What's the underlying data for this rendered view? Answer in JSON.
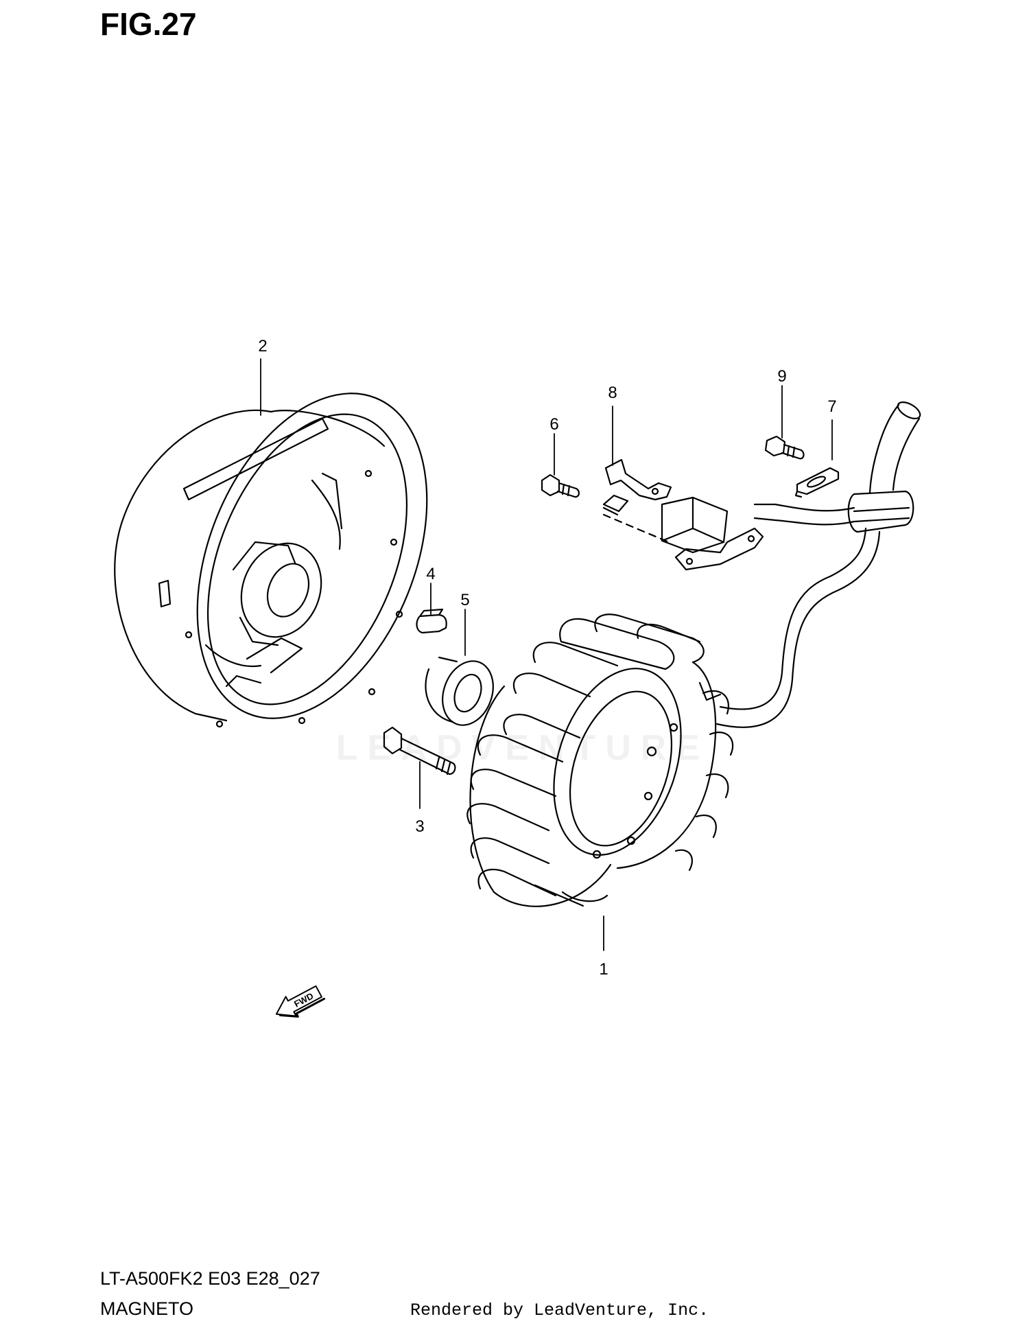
{
  "figure": {
    "title": "FIG.27"
  },
  "footer": {
    "model": "LT-A500FK2 E03 E28_027",
    "name": "MAGNETO",
    "credit": "Rendered by LeadVenture, Inc."
  },
  "watermark": {
    "text": "LEADVENTURE"
  },
  "fwd_arrow": {
    "label": "FWD"
  },
  "callouts": [
    {
      "id": "1",
      "label": "1"
    },
    {
      "id": "2",
      "label": "2"
    },
    {
      "id": "3",
      "label": "3"
    },
    {
      "id": "4",
      "label": "4"
    },
    {
      "id": "5",
      "label": "5"
    },
    {
      "id": "6",
      "label": "6"
    },
    {
      "id": "7",
      "label": "7"
    },
    {
      "id": "8",
      "label": "8"
    },
    {
      "id": "9",
      "label": "9"
    }
  ]
}
